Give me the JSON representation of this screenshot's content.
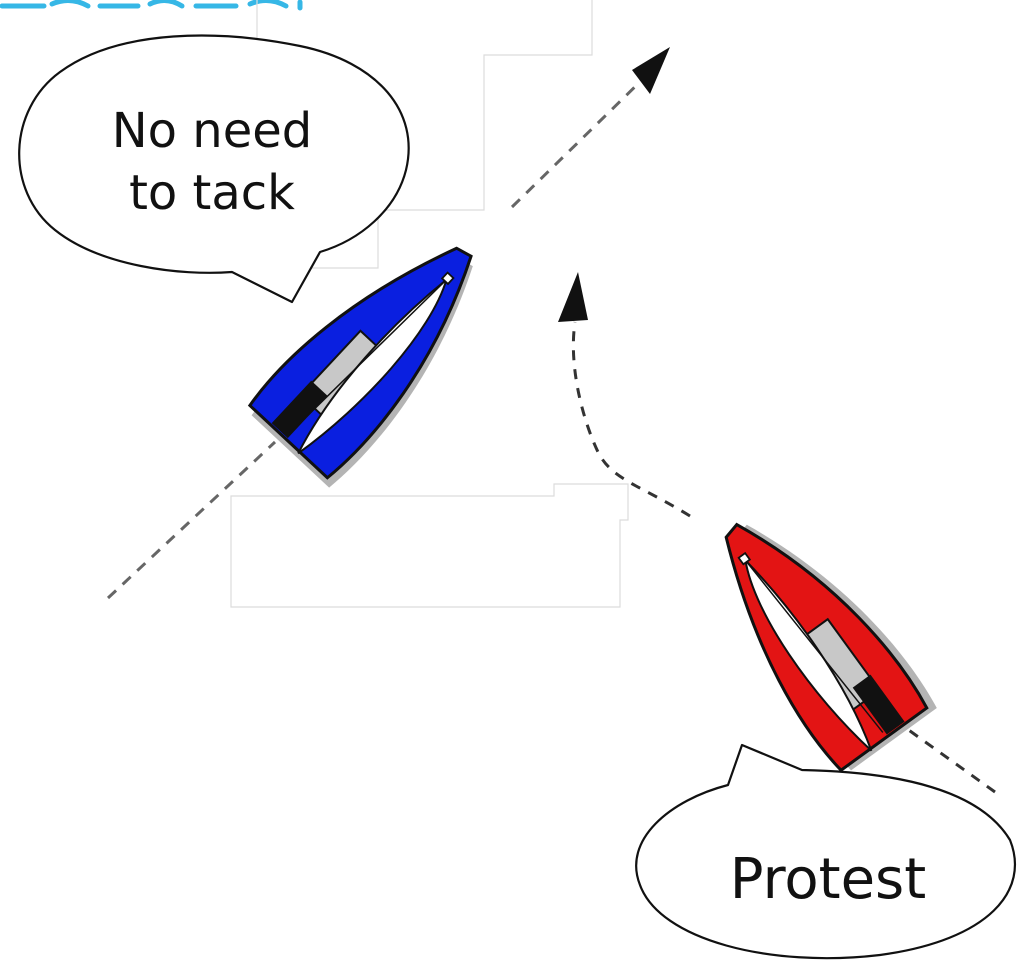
{
  "diagram": {
    "bubbles": {
      "blue": {
        "line1": "No need",
        "line2": "to tack"
      },
      "red": {
        "text": "Protest"
      }
    },
    "boats": {
      "blue": {
        "hull_color": "#0a1fe0"
      },
      "red": {
        "hull_color": "#e31414"
      }
    },
    "colors": {
      "title_fragment": "#36b7e6",
      "course_line": "#666666",
      "red_track": "#333333",
      "deck": "#c8c8c8",
      "outline": "#111111",
      "faint_box": "#dcdcdc"
    },
    "icons": {
      "blue_course_arrow": "arrowhead-up-right",
      "red_track_arrow": "arrowhead-up"
    }
  }
}
